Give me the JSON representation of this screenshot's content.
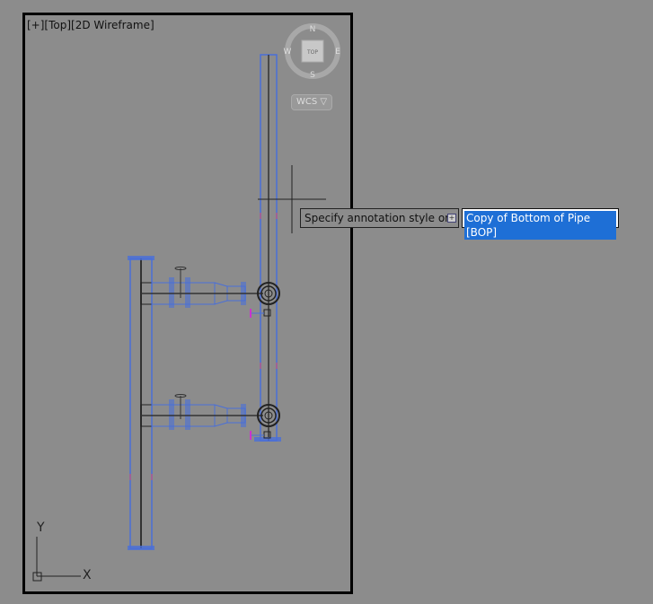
{
  "viewport": {
    "label": "[+][Top][2D Wireframe]",
    "viewcube": {
      "face": "TOP",
      "north": "N",
      "south": "S",
      "east": "E",
      "west": "W"
    },
    "ucs_menu": "WCS ▽",
    "ucs_icon": {
      "x_label": "X",
      "y_label": "Y"
    }
  },
  "prompt": {
    "text": "Specify annotation style or",
    "expand_icon": "+",
    "input_value": "Copy of Bottom of Pipe [BOP]"
  },
  "colors": {
    "background": "#8c8c8c",
    "pipe_outline": "#4a6fd8",
    "centerline": "#333333",
    "marker": "#cc33cc",
    "selection": "#1e6fd6"
  }
}
